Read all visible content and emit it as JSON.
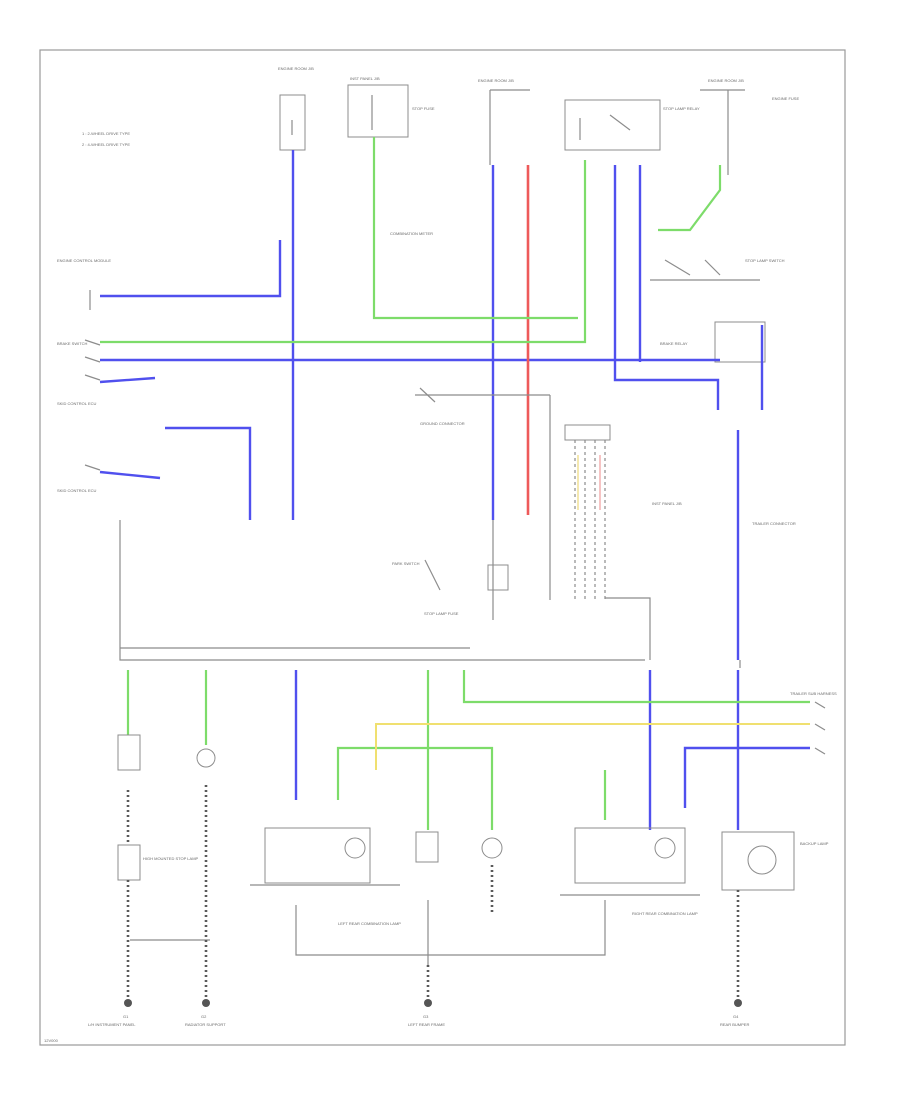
{
  "legend": {
    "line1": "1 : 2-WHEEL DRIVE TYPE",
    "line2": "2 : 4-WHEEL DRIVE TYPE"
  },
  "labels": {
    "top_fuse": "ENGINE ROOM J/B",
    "fuse_box_1": "INST PANEL J/B",
    "stop_fuse": "STOP FUSE",
    "fuse_box_2": "ENGINE ROOM J/B",
    "fuse_box_3": "ENGINE ROOM J/B",
    "relay_main": "STOP LAMP RELAY",
    "engine_fuse": "ENGINE FUSE",
    "combination_meter": "COMBINATION METER",
    "stop_switch": "STOP LAMP SWITCH",
    "brake_sw_left": "BRAKE SWITCH",
    "brake_relay": "BRAKE RELAY",
    "ecm_left": "ENGINE CONTROL MODULE",
    "ecm_left2": "SKID CONTROL ECU",
    "ecm_left3": "SKID CONTROL ECU",
    "ground_conn": "GROUND CONNECTOR",
    "park_switch": "PARK SWITCH",
    "stop_lamp_fuse": "STOP LAMP FUSE",
    "mid_fuse_box": "INST PANEL J/B",
    "trailer_conn": "TRAILER CONNECTOR",
    "hmsl": "HIGH MOUNTED STOP LAMP",
    "rear_left": "LEFT REAR COMBINATION LAMP",
    "rear_right": "RIGHT REAR COMBINATION LAMP",
    "backup": "BACKUP LAMP",
    "trailer_sub": "TRAILER SUB HARNESS",
    "gnd1": "G1",
    "gnd1_sub": "L/H INSTRUMENT PANEL",
    "gnd2": "G2",
    "gnd2_sub": "RADIATOR SUPPORT",
    "gnd3": "G3",
    "gnd3_sub": "LEFT REAR FRAME",
    "gnd4": "G4",
    "gnd4_sub": "REAR BUMPER",
    "footer": "12V000"
  }
}
